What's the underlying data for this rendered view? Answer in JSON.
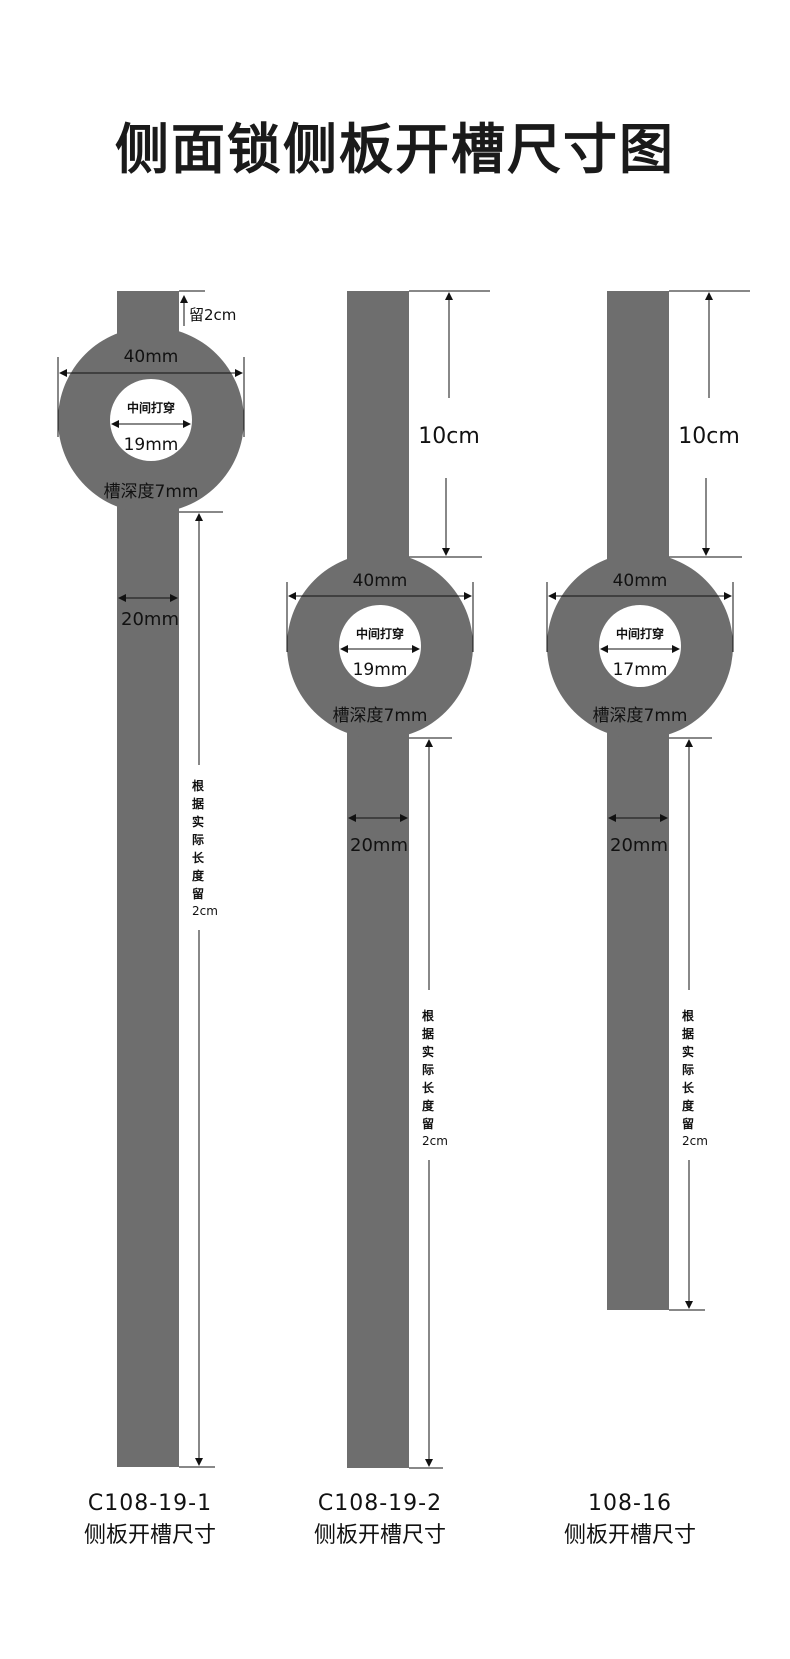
{
  "title": "侧面锁侧板开槽尺寸图",
  "colors": {
    "plate": "#6e6e6e",
    "line": "#111111",
    "background": "#ffffff"
  },
  "panels": [
    {
      "top_margin": "留2cm",
      "ring_width": "40mm",
      "through_label": "中间打穿",
      "hole_diameter": "19mm",
      "slot_depth": "槽深度7mm",
      "strip_width": "20mm",
      "length_note": [
        "根",
        "据",
        "实",
        "际",
        "长",
        "度",
        "留",
        "2cm"
      ],
      "model": "C108-19-1",
      "caption": "侧板开槽尺寸"
    },
    {
      "top_distance": "10cm",
      "ring_width": "40mm",
      "through_label": "中间打穿",
      "hole_diameter": "19mm",
      "slot_depth": "槽深度7mm",
      "strip_width": "20mm",
      "length_note": [
        "根",
        "据",
        "实",
        "际",
        "长",
        "度",
        "留",
        "2cm"
      ],
      "model": "C108-19-2",
      "caption": "侧板开槽尺寸"
    },
    {
      "top_distance": "10cm",
      "ring_width": "40mm",
      "through_label": "中间打穿",
      "hole_diameter": "17mm",
      "slot_depth": "槽深度7mm",
      "strip_width": "20mm",
      "length_note": [
        "根",
        "据",
        "实",
        "际",
        "长",
        "度",
        "留",
        "2cm"
      ],
      "model": "108-16",
      "caption": "侧板开槽尺寸"
    }
  ]
}
